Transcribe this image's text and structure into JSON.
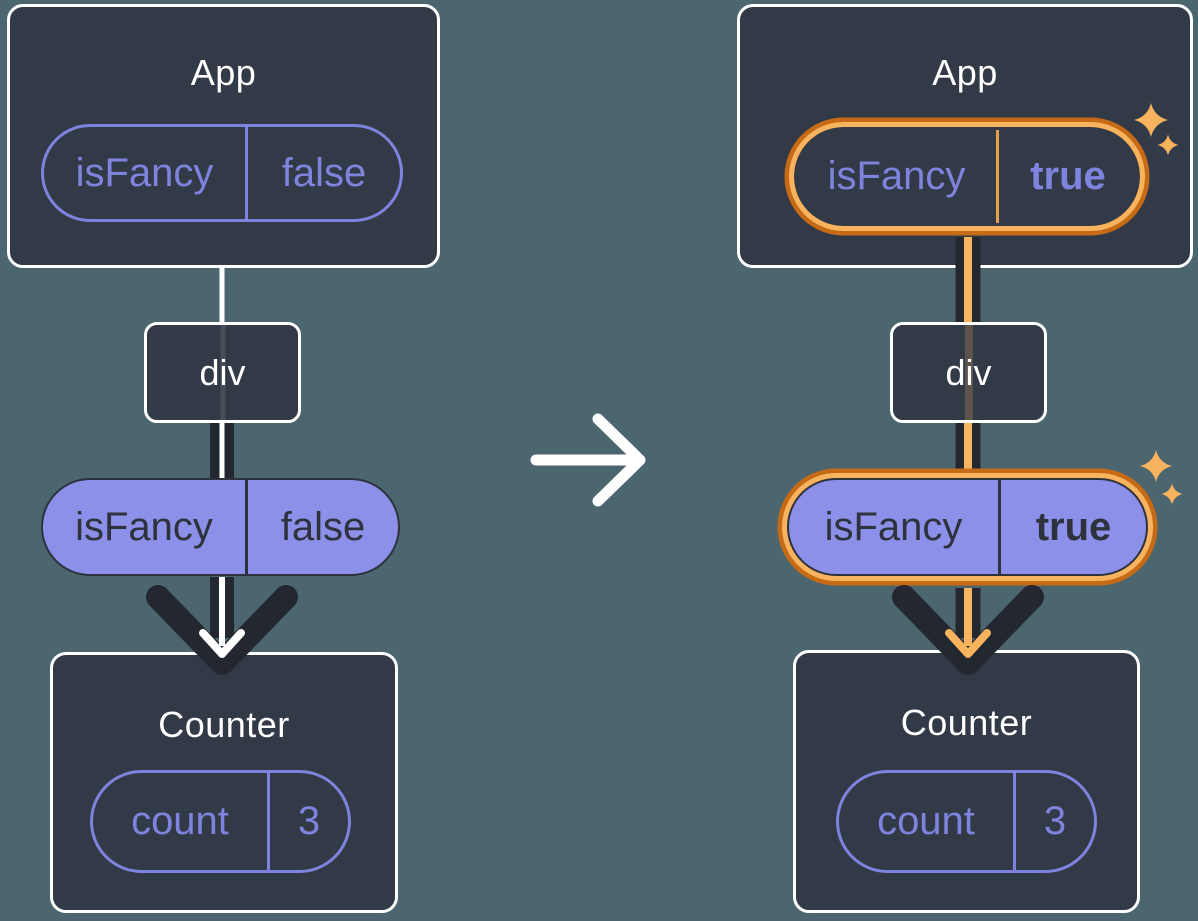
{
  "colors": {
    "bg": "#4C6670",
    "card": "#333A47",
    "cardBorder": "#FFFFFF",
    "purple": "#7E83DD",
    "purpleFill": "#8C90E8",
    "dark": "#23272F",
    "darkText": "#2D323D",
    "orange": "#C76A15",
    "orangeLight": "#F8B35F",
    "textLight": "#FFFFFF"
  },
  "transition": {
    "icon": "right-arrow-icon"
  },
  "before": {
    "app": {
      "title": "App",
      "state": {
        "key": "isFancy",
        "value": "false"
      }
    },
    "div": {
      "label": "div"
    },
    "prop": {
      "key": "isFancy",
      "value": "false"
    },
    "counter": {
      "title": "Counter",
      "state": {
        "key": "count",
        "value": "3"
      }
    }
  },
  "after": {
    "app": {
      "title": "App",
      "state": {
        "key": "isFancy",
        "value": "true"
      }
    },
    "div": {
      "label": "div"
    },
    "prop": {
      "key": "isFancy",
      "value": "true"
    },
    "counter": {
      "title": "Counter",
      "state": {
        "key": "count",
        "value": "3"
      }
    },
    "sparkles": "sparkle-icon"
  }
}
